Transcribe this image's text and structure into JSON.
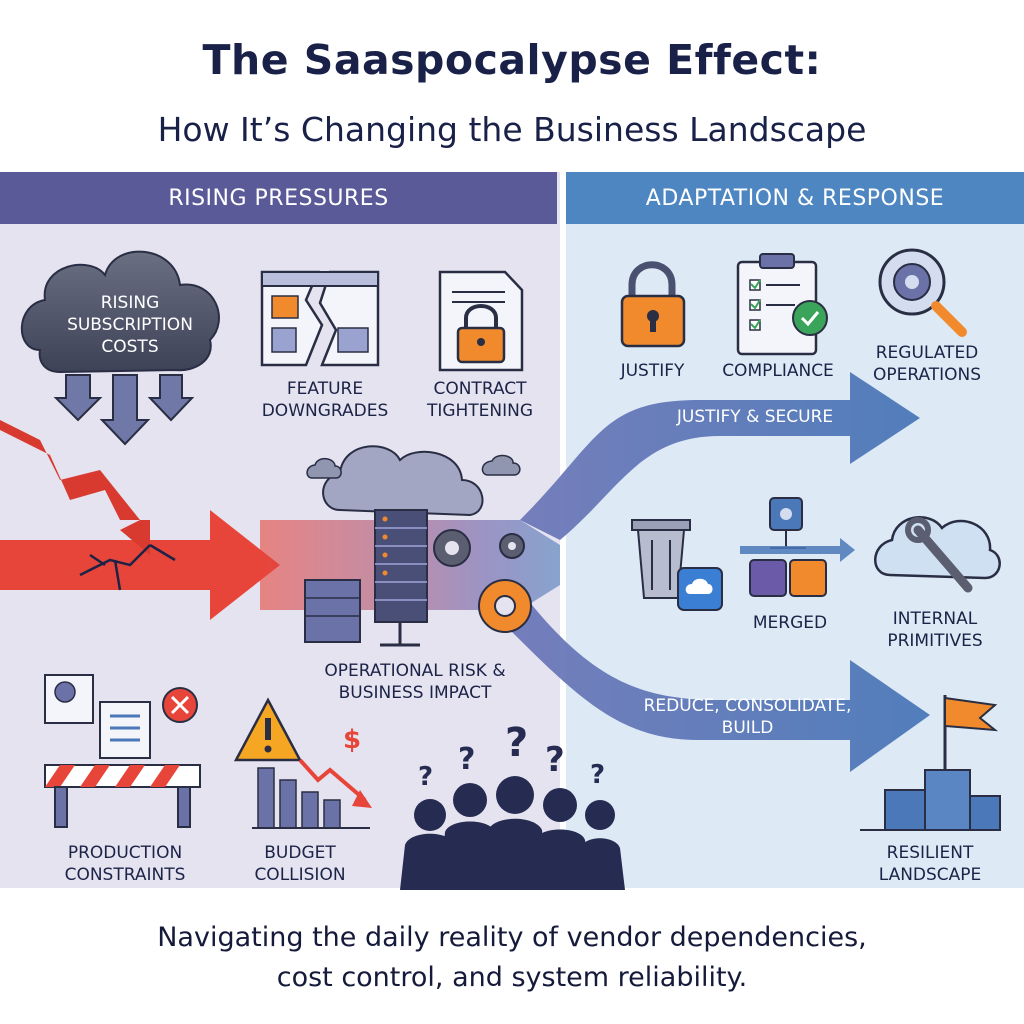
{
  "header": {
    "title": "The Saaspocalypse Effect:",
    "subtitle": "How It’s Changing the Business Landscape"
  },
  "sections": {
    "left_title": "RISING PRESSURES",
    "right_title": "ADAPTATION & RESPONSE"
  },
  "pressures": {
    "cloud_line1": "RISING",
    "cloud_line2": "SUBSCRIPTION",
    "cloud_line3": "COSTS",
    "feature_line1": "FEATURE",
    "feature_line2": "DOWNGRADES",
    "contract_line1": "CONTRACT",
    "contract_line2": "TIGHTENING",
    "production_line1": "PRODUCTION",
    "production_line2": "CONSTRAINTS",
    "budget_line1": "BUDGET",
    "budget_line2": "COLLISION"
  },
  "center": {
    "risk_line1": "OPERATIONAL RISK &",
    "risk_line2": "BUSINESS IMPACT"
  },
  "responses": {
    "justify": "JUSTIFY",
    "compliance": "COMPLIANCE",
    "regulated_line1": "REGULATED",
    "regulated_line2": "OPERATIONS",
    "arrow_top": "JUSTIFY & SECURE",
    "merged": "MERGED",
    "internal_line1": "INTERNAL",
    "internal_line2": "PRIMITIVES",
    "arrow_bottom_line1": "REDUCE, CONSOLIDATE,",
    "arrow_bottom_line2": "BUILD",
    "resilient_line1": "RESILIENT",
    "resilient_line2": "LANDSCAPE",
    "dollar_sign": "$",
    "question_mark": "?"
  },
  "footer": {
    "line1": "Navigating the daily reality of vendor dependencies,",
    "line2": "cost control, and system reliability."
  },
  "colors": {
    "left_header": "#5b5a98",
    "right_header": "#4e86c2",
    "left_panel": "#e4e3ef",
    "right_panel": "#dde9f5",
    "red_arrow": "#e8453a",
    "blue_arrow": "#4a78b8",
    "orange": "#f08a2c",
    "navy": "#1c2347"
  }
}
